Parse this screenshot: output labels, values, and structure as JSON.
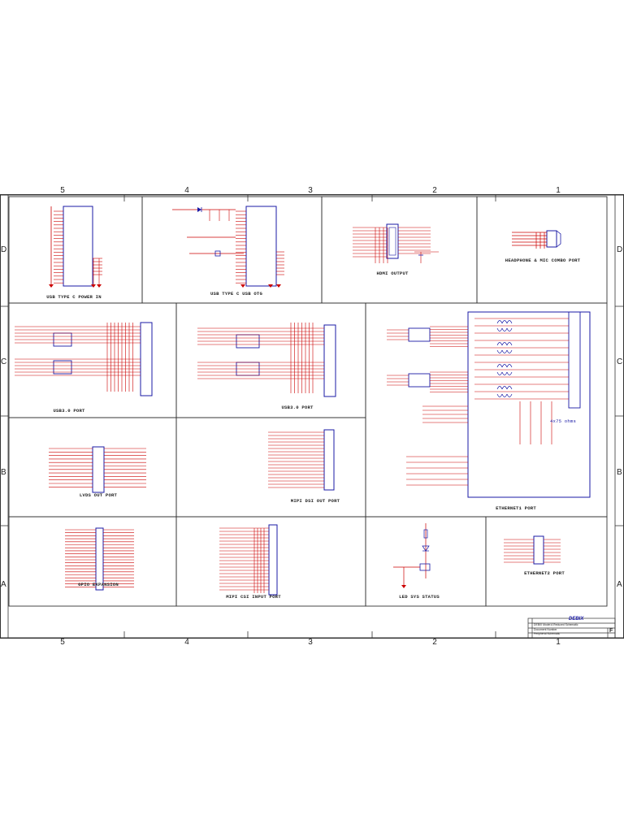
{
  "frame": {
    "column_markers": [
      "5",
      "4",
      "3",
      "2",
      "1"
    ],
    "row_markers": [
      "D",
      "C",
      "B",
      "A"
    ]
  },
  "blocks": {
    "usb_c_power": "USB TYPE C POWER IN",
    "usb_c_otg": "USB TYPE C USB OTG",
    "hdmi": "HDMI OUTPUT",
    "headphone": "HEADPHONE & MIC COMBO PORT",
    "usb3_left": "USB3.0 PORT",
    "usb3_mid": "USB3.0 PORT",
    "ethernet1": "ETHERNET1 PORT",
    "lvds": "LVDS OUT PORT",
    "mipi_dsi": "MIPI DSI OUT PORT",
    "gpio": "GPIO EXPANSION",
    "mipi_csi": "MIPI CSI INPUT PORT",
    "led": "LED SYS STATUS",
    "ethernet2": "ETHERNET2 PORT",
    "eth_note": "4x75 ohms"
  },
  "title_block": {
    "company": "DEBIX",
    "row1": "DEBIX Model A Reduced Schematic",
    "row2": "Document Number",
    "row3": "Peripheral Schematic",
    "rev": "F"
  },
  "colors": {
    "border": "#333333",
    "wire": "#cc0000",
    "component": "#1a1aa6",
    "text": "#222222",
    "title": "#1a1aa6"
  }
}
